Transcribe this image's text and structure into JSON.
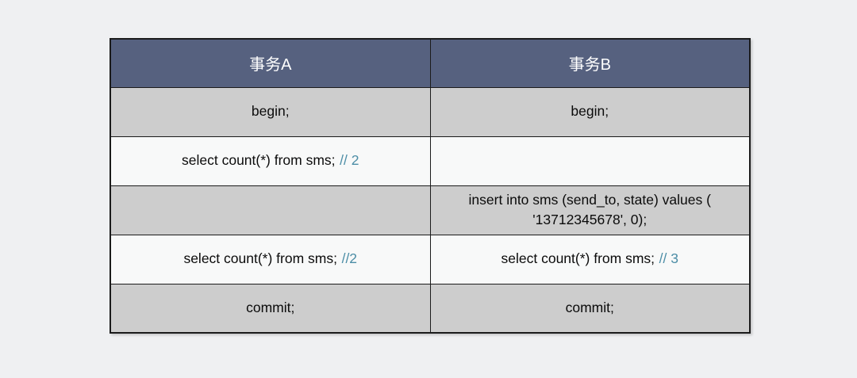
{
  "page": {
    "background_color": "#eff0f2"
  },
  "table": {
    "title_semantic": "transaction-interleaving-table",
    "colors": {
      "header_bg": "#56617f",
      "header_text": "#ffffff",
      "row_gray": "#cdcdcd",
      "row_white": "#f8f9f9",
      "border": "#1b1b1b",
      "comment_text": "#4b8da6"
    },
    "header": {
      "col_a": "事务A",
      "col_b": "事务B"
    },
    "rows": [
      {
        "a_code": "begin;",
        "a_comment": "",
        "b_code": "begin;",
        "b_comment": "",
        "shade": "gray"
      },
      {
        "a_code": "select count(*) from sms;",
        "a_comment": "// 2",
        "b_code": "",
        "b_comment": "",
        "shade": "white"
      },
      {
        "a_code": "",
        "a_comment": "",
        "b_code": "insert into sms (send_to, state) values ( '13712345678', 0);",
        "b_comment": "",
        "shade": "gray"
      },
      {
        "a_code": "select count(*) from sms;",
        "a_comment": "//2",
        "b_code": "select count(*) from sms;",
        "b_comment": "// 3",
        "shade": "white"
      },
      {
        "a_code": "commit;",
        "a_comment": "",
        "b_code": "commit;",
        "b_comment": "",
        "shade": "gray"
      }
    ]
  }
}
